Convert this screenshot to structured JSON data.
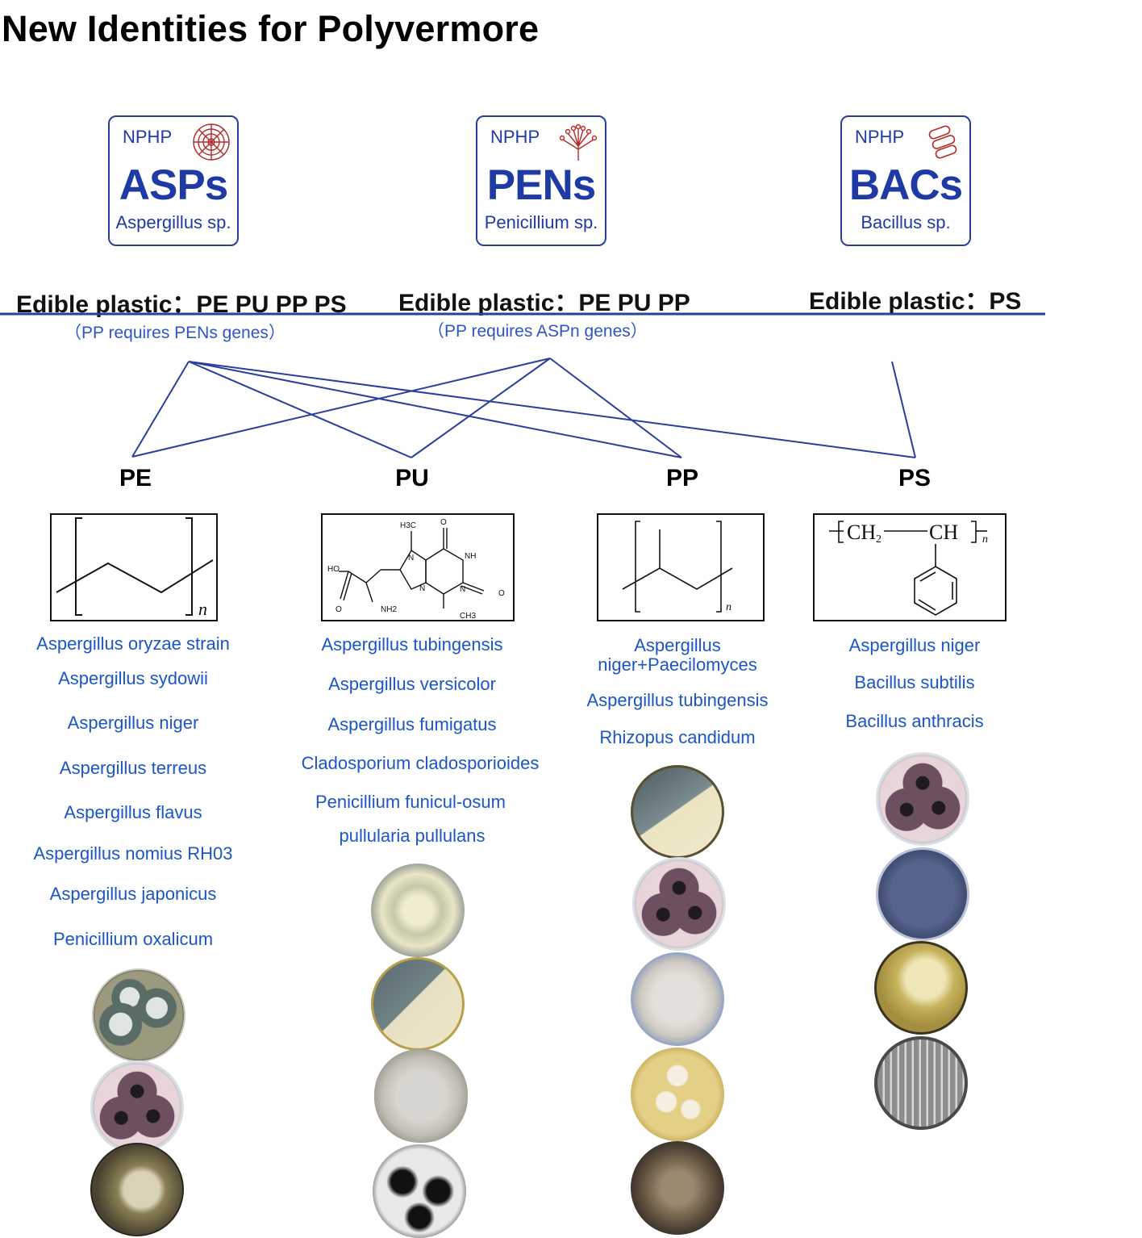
{
  "title": "New Identities for Polyvermore",
  "cards": [
    {
      "badge": "NPHP",
      "abbr": "ASPs",
      "genus": "Aspergillus sp.",
      "logo_icon": "concentric-target-icon"
    },
    {
      "badge": "NPHP",
      "abbr": "PENs",
      "genus": "Penicillium sp.",
      "logo_icon": "penicillium-brush-icon"
    },
    {
      "badge": "NPHP",
      "abbr": "BACs",
      "genus": "Bacillus sp.",
      "logo_icon": "rod-bacteria-icon"
    }
  ],
  "edible": [
    {
      "label": "Edible plastic：PE PU PP PS",
      "note": "（PP requires PENs genes）"
    },
    {
      "label": "Edible plastic：PE PU PP",
      "note": "（PP requires ASPn genes）"
    },
    {
      "label": "Edible plastic：PS",
      "note": ""
    }
  ],
  "plastics": [
    "PE",
    "PU",
    "PP",
    "PS"
  ],
  "structures": {
    "pe": {
      "subscript": "n"
    },
    "pu": {
      "h3c": "H3C",
      "o_top": "O",
      "nh": "NH",
      "n1": "N",
      "n2": "N",
      "n3": "N",
      "ho": "HO",
      "o_acid": "O",
      "nh2": "NH2",
      "o_right": "O",
      "ch3": "CH3"
    },
    "pp": {
      "subscript": "n"
    },
    "ps": {
      "formula_ch2": "CH",
      "sub2": "2",
      "formula_ch": "CH",
      "subscript": "n"
    }
  },
  "organisms": {
    "pe": [
      "Aspergillus oryzae strain",
      "Aspergillus sydowii",
      "Aspergillus niger",
      "Aspergillus terreus",
      "Aspergillus flavus",
      "Aspergillus nomius RH03",
      "Aspergillus japonicus",
      "Penicillium oxalicum"
    ],
    "pu": [
      "Aspergillus tubingensis",
      "Aspergillus versicolor",
      "Aspergillus fumigatus",
      "Cladosporium cladosporioides",
      "Penicillium funicul-osum",
      "pullularia pullulans"
    ],
    "pp": [
      "Aspergillus niger+Paecilomyces",
      "Aspergillus tubingensis",
      "Rhizopus candidum"
    ],
    "ps": [
      "Aspergillus niger",
      "Bacillus subtilis",
      "Bacillus anthracis"
    ]
  },
  "colors": {
    "accent": "#1f3aa4",
    "link_blue": "#1a56c7",
    "line": "#2a3f9c"
  }
}
